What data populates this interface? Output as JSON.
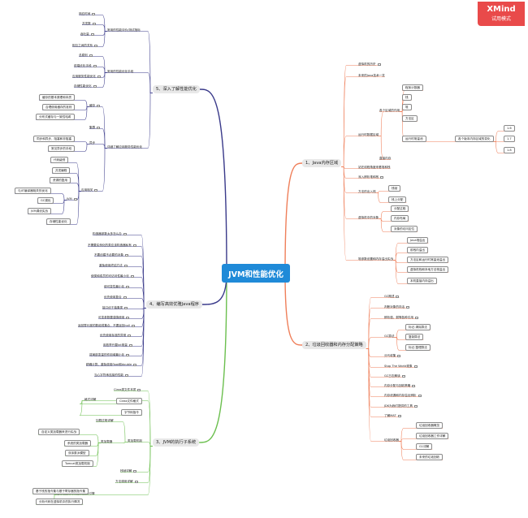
{
  "watermark": {
    "brand": "XMind",
    "mode": "试用模式"
  },
  "center": "JVM和性能优化",
  "mains": {
    "m1": "1、Java内存区域",
    "m2": "2、垃圾回收器和内存分配策略",
    "m3": "3、JVM的执行子系统",
    "m4": "4、编写高效优雅Java程序",
    "m5": "5、深入了解性能优化"
  },
  "nodes": {
    "a1": "虚拟机的历史",
    "a2": "未来的Java技术一览",
    "a3": "运行时数据区域",
    "a4": "各个区域的作用",
    "a5": "程序计数器",
    "a6": "栈",
    "a7": "堆",
    "a8": "方法区",
    "a9": "运行时常量池",
    "a10": "各个版本内存区域的变化",
    "a11": "1.6",
    "a12": "1.7",
    "a13": "1.8",
    "a14": "直接内存",
    "a15": "站在线程角度来看堆和栈",
    "a16": "深入辨析堆和栈",
    "a17": "方法的出入栈",
    "a18": "栈帧",
    "a19": "栈上分配",
    "a20": "虚拟机中的对象",
    "a21": "分配过程",
    "a22": "内存布局",
    "a23": "对象的访问定位",
    "a24": "堆参数设置和内存溢出实战",
    "a25": "Java堆溢出",
    "a26": "前栈内溢出",
    "a27": "方法区和运行时常量池溢出",
    "a28": "虚拟机栈和本地方法栈溢出",
    "a29": "本机直接内存溢出",
    "b1": "GC概述",
    "b2": "判断对象的存活",
    "b3": "辨析强、弱等各种引用",
    "b4": "GC算法",
    "b5": "标记-清除算法",
    "b6": "复制算法",
    "b7": "标记-整理算法",
    "b8": "分代收集",
    "b9": "Stop The World现象",
    "b10": "GC日志解读",
    "b11": "内存分配与回收策略",
    "b12": "内存泄漏和内存溢出辨析",
    "b13": "JDK为我们提供的工具",
    "b14": "了解MAT",
    "b15": "垃圾回收器",
    "b16": "垃圾回收器概览",
    "b17": "垃圾回收器工作详解",
    "b18": "G1详解",
    "b19": "未来的垃圾回收",
    "c1": "Class类文件本质",
    "c2": "格式详解",
    "c3": "Class文件格式",
    "c4": "字节码指令",
    "c5": "类加载机制",
    "c6": "加载过程详解",
    "c7": "类加载器",
    "c8": "自定义类加载器来进行实战",
    "c9": "系统的类加载器",
    "c10": "双亲委派模型",
    "c11": "Tomcat类加载机制",
    "c12": "栈帧详解",
    "c13": "方法调用详解",
    "c14": "基于栈的字节码解释执行引擎",
    "c15": "基于栈的指令集与基于寄存器的指令集",
    "c16": "分析代码在虚拟机中的执行情况",
    "d1": "构造器参数太多怎么办",
    "d2": "不需要实例化的类应该构造器私有",
    "d3": "不要创建不必要的对象",
    "d4": "避免使用终结方法",
    "d5": "使类和成员的可访问性最小化",
    "d6": "使可变性最小化",
    "d7": "优先使用复合",
    "d8": "接口优于抽象类",
    "d9": "可变参数要谨慎使用",
    "d10": "返回零长度的数组或集合，不要返回null",
    "d11": "优先使用标准的异常",
    "d12": "用枚举代替int常量",
    "d13": "将局部变量的作用域最小化",
    "d14": "精确计算，避免使用float和double",
    "d15": "当心字符串连接的性能",
    "e1": "常用的性能评价/测试指标",
    "e2": "响应时间",
    "e3": "并发数",
    "e4": "吞吐量",
    "e5": "相互之间的关系",
    "e6": "常用的性能优化手段",
    "e7": "总原则",
    "e8": "前端优化手段",
    "e9": "应用服务性能优化",
    "e10": "存储性能优化",
    "e11": "详细了解应用服务性能优化",
    "e12": "缓存",
    "e13": "缓存的基本原理和本质",
    "e14": "合理使用缓存的准则",
    "e15": "分布式缓存与一致性哈希",
    "e16": "集群",
    "e17": "异步",
    "e18": "同步和异步，阻塞和非阻塞",
    "e19": "常见异步的手段",
    "e20": "应用相关",
    "e21": "代码级别",
    "e22": "并发编程",
    "e23": "资源的复用",
    "e24": "JVM",
    "e25": "与JIT编译器相关的优化",
    "e26": "GC调优",
    "e27": "JVM调优实战",
    "e28": "存储性能优化"
  }
}
